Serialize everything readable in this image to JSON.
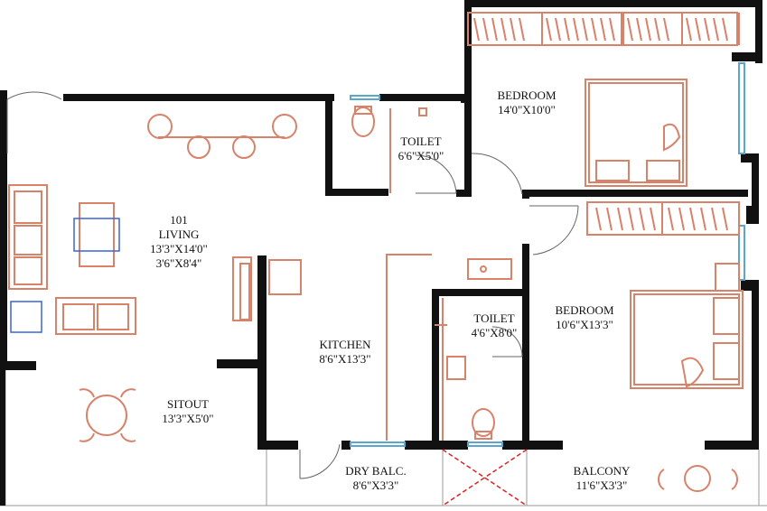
{
  "colors": {
    "wall": "#111111",
    "furniture": "#d9826a",
    "window": "#58a7cf",
    "blue_item": "#3b63d6",
    "cross": "#e02020",
    "thin": "#888888"
  },
  "rooms": {
    "living": {
      "number": "101",
      "name": "LIVING",
      "size": "13'3\"X14'0\"",
      "size2": "3'6\"X8'4\""
    },
    "sitout": {
      "name": "SITOUT",
      "size": "13'3\"X5'0\""
    },
    "kitchen": {
      "name": "KITCHEN",
      "size": "8'6\"X13'3\""
    },
    "toilet_top": {
      "name": "TOILET",
      "size": "6'6\"X5'0\""
    },
    "toilet_mid": {
      "name": "TOILET",
      "size": "4'6\"X8'0\""
    },
    "bedroom_top": {
      "name": "BEDROOM",
      "size": "14'0\"X10'0\""
    },
    "bedroom_mid": {
      "name": "BEDROOM",
      "size": "10'6\"X13'3\""
    },
    "dry_balcony": {
      "name": "DRY BALC.",
      "size": "8'6\"X3'3\""
    },
    "balcony": {
      "name": "BALCONY",
      "size": "11'6\"X3'3\""
    }
  }
}
